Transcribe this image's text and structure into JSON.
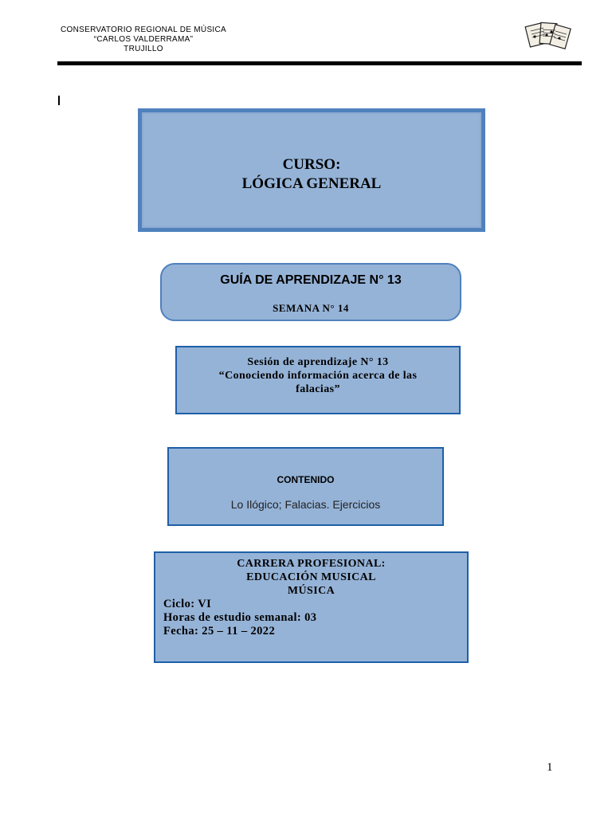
{
  "header": {
    "line1": "CONSERVATORIO REGIONAL DE MÚSICA",
    "line2": "“CARLOS VALDERRAMA”",
    "line3": "TRUJILLO"
  },
  "curso": {
    "label": "CURSO:",
    "name": "LÓGICA GENERAL"
  },
  "guia": {
    "title": "GUÍA DE APRENDIZAJE N° 13",
    "semana": "SEMANA N° 14"
  },
  "sesion": {
    "line1": "Sesión de aprendizaje N° 13",
    "line2": "“Conociendo información acerca de las",
    "line3": "falacias”"
  },
  "contenido": {
    "title": "CONTENIDO",
    "text": "Lo Ilógico; Falacias. Ejercicios"
  },
  "carrera": {
    "line1": "CARRERA PROFESIONAL:",
    "line2": "EDUCACIÓN MUSICAL",
    "line3": "MÚSICA",
    "ciclo": "Ciclo:   VI",
    "horas": "Horas de estudio semanal: 03",
    "fecha": "Fecha:  25  – 11 – 2022"
  },
  "page_number": "1",
  "colors": {
    "box_fill": "#95b3d7",
    "box_border": "#4f81bd",
    "dark_border": "#1f5fa8"
  },
  "icons": {
    "logo": "sheet-music-icon"
  }
}
